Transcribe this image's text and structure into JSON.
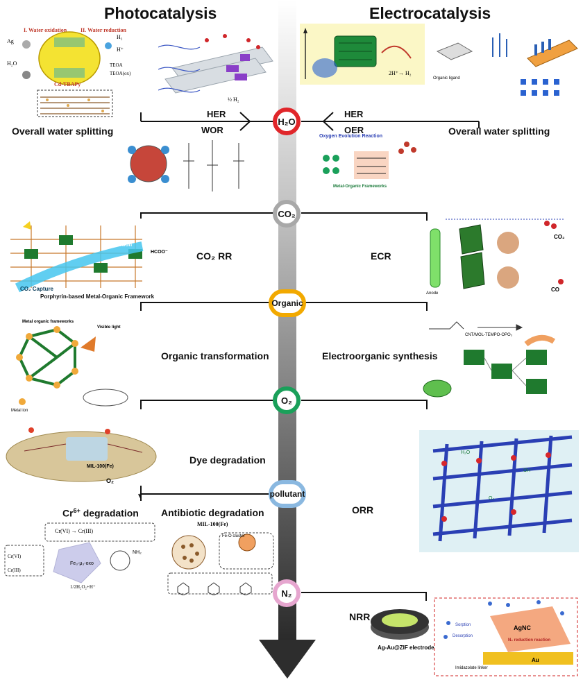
{
  "headers": {
    "left": "Photocatalysis",
    "right": "Electrocatalysis"
  },
  "nodes": [
    {
      "id": "h2o",
      "label": "H₂O",
      "color": "#e0262a"
    },
    {
      "id": "co2",
      "label": "CO₂",
      "color": "#9a9a9a"
    },
    {
      "id": "organic",
      "label": "Organic",
      "color": "#f2a900"
    },
    {
      "id": "o2",
      "label": "O₂",
      "color": "#1aa05a"
    },
    {
      "id": "pollutant",
      "label": "pollutant",
      "color": "#8ab8e0"
    },
    {
      "id": "n2",
      "label": "N₂",
      "color": "#e6a6cf"
    }
  ],
  "labels": {
    "overall_left": "Overall water splitting",
    "overall_right": "Overall water splitting",
    "her_left": "HER",
    "wor": "WOR",
    "her_right": "HER",
    "oer": "OER",
    "co2rr": "CO₂ RR",
    "ecr": "ECR",
    "organic_transformation": "Organic transformation",
    "electroorganic": "Electroorganic synthesis",
    "dye": "Dye degradation",
    "orr": "ORR",
    "cr_prefix": "Cr",
    "cr_sup": "6+",
    "cr_suffix": " degradation",
    "antibiotic": "Antibiotic degradation",
    "nrr": "NRR"
  },
  "figure_text": {
    "water_oxidation": "I. Water oxidation",
    "water_reduction": "II. Water reduction",
    "cd_tbapy": "Cd-TBAPy",
    "oer_reaction": "Oxygen Evolution Reaction",
    "mof_label": "Metal-Organic Frameworks",
    "porphyrin_mof": "Porphyrin-based Metal-Organic Framework",
    "co2_capture": "CO₂ Capture",
    "reduction": "Reduction",
    "hcoo": "HCOO⁻",
    "mof_frameworks": "Metal organic frameworks",
    "visible_light": "Visible light",
    "metal_ion": "Metal ion",
    "mil100": "MIL-100(Fe)",
    "fe_o_cluster": "Fe-O cluster",
    "ag_au_zif": "Ag-Au@ZIF electrode",
    "agnc": "AgNC",
    "n2_reduction": "N₂ reduction reaction",
    "au": "Au",
    "imidazolate": "Imidazolate linker",
    "sorption": "Sorption",
    "desorption": "Desorption",
    "h2": "H₂",
    "anode": "Anode"
  }
}
